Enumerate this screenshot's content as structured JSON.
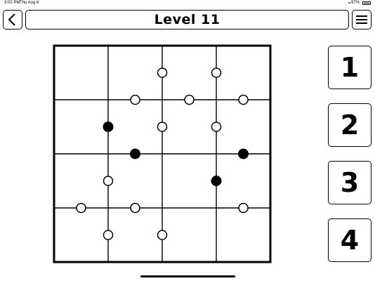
{
  "status": {
    "time": "3:02 PM",
    "date": "Thu Aug 8",
    "battery": "97%",
    "battery_level": 0.97
  },
  "header": {
    "title": "Level 11",
    "back_icon": "chevron-left-icon",
    "menu_icon": "hamburger-menu-icon"
  },
  "board": {
    "grid_size": 4,
    "white_dots": [
      {
        "kind": "h",
        "r": 0,
        "c": 2,
        "t": 0.5
      },
      {
        "kind": "h",
        "r": 0,
        "c": 3,
        "t": 0.5
      },
      {
        "kind": "v",
        "r": 1,
        "c": 1,
        "t": 0.5
      },
      {
        "kind": "v",
        "r": 1,
        "c": 2,
        "t": 0.5
      },
      {
        "kind": "v",
        "r": 1,
        "c": 3,
        "t": 0.5
      },
      {
        "kind": "h",
        "r": 1,
        "c": 2,
        "t": 0.5
      },
      {
        "kind": "h",
        "r": 1,
        "c": 3,
        "t": 0.5
      },
      {
        "kind": "h",
        "r": 2,
        "c": 1,
        "t": 0.5
      },
      {
        "kind": "v",
        "r": 3,
        "c": 0,
        "t": 0.5
      },
      {
        "kind": "v",
        "r": 3,
        "c": 1,
        "t": 0.5
      },
      {
        "kind": "v",
        "r": 3,
        "c": 3,
        "t": 0.5
      },
      {
        "kind": "h",
        "r": 3,
        "c": 1,
        "t": 0.5
      },
      {
        "kind": "h",
        "r": 3,
        "c": 2,
        "t": 0.5
      }
    ],
    "black_dots": [
      {
        "kind": "h",
        "r": 1,
        "c": 1,
        "t": 0.5
      },
      {
        "kind": "v",
        "r": 2,
        "c": 1,
        "t": 0.5
      },
      {
        "kind": "v",
        "r": 2,
        "c": 3,
        "t": 0.5
      },
      {
        "kind": "h",
        "r": 2,
        "c": 3,
        "t": 0.5
      }
    ]
  },
  "number_buttons": [
    "1",
    "2",
    "3",
    "4"
  ]
}
